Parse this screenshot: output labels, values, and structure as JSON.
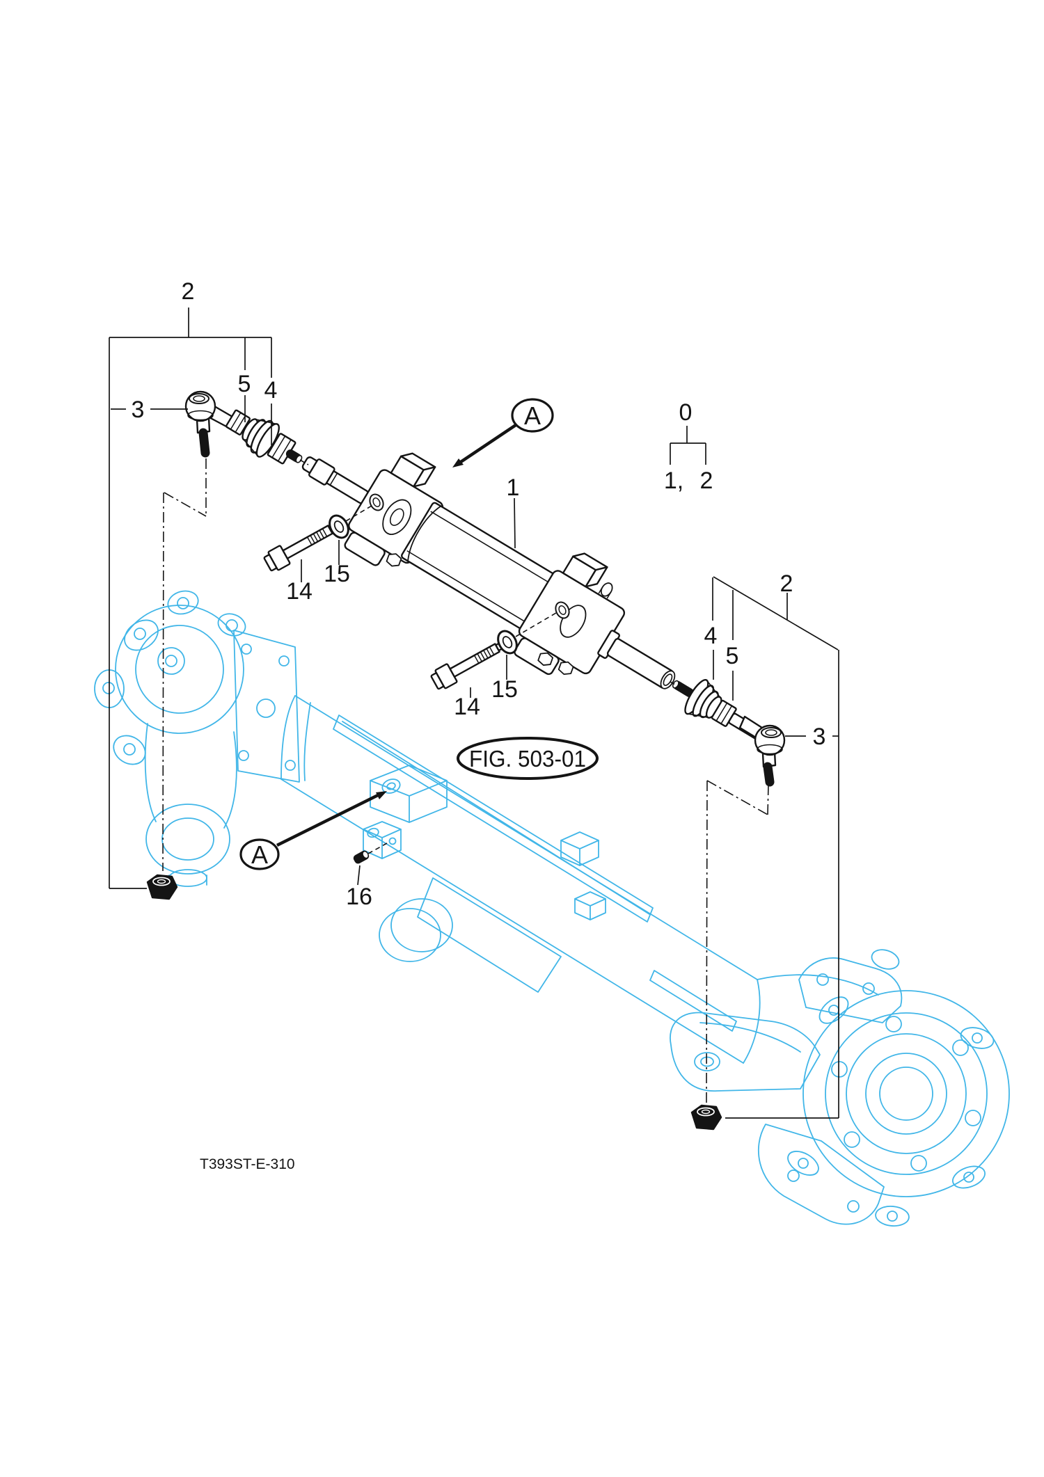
{
  "page": {
    "background": "#ffffff",
    "line_color": "#141414",
    "axle_color": "#41b6e8",
    "drawing_code": "T393ST-E-310",
    "figure_ref": "FIG. 503-01"
  },
  "callouts": {
    "detail": "A",
    "part_0": "0",
    "part_1": "1",
    "part_2": "2",
    "part_3": "3",
    "part_4": "4",
    "part_5": "5",
    "part_14": "14",
    "part_15": "15",
    "part_16": "16",
    "group_child_left": "1,",
    "group_child_right": "2"
  }
}
